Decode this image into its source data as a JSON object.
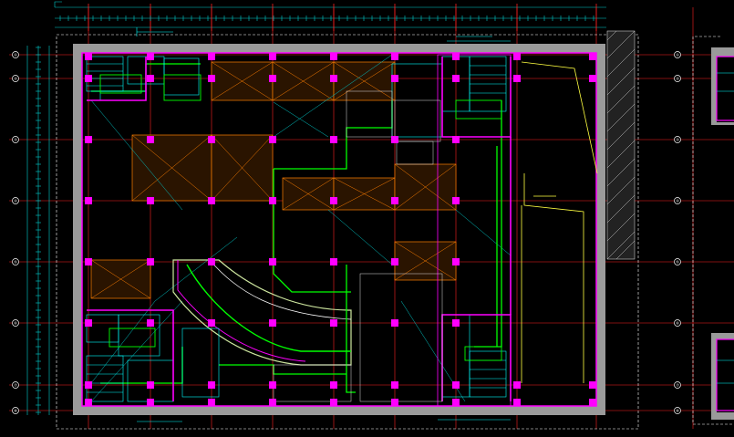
{
  "drawing": {
    "grid_labels": [
      "①",
      "②",
      "③",
      "④",
      "⑤",
      "⑥",
      "⑦",
      "⑧"
    ],
    "colors": {
      "background": "#000000",
      "wall": "#9a9a9a",
      "column": "#ff00ff",
      "axis": "#ff2020",
      "dimension": "#00d0d0",
      "hatch": "#ff7f00",
      "hatch_fill": "#5a2d00",
      "pipe": "#00ff00",
      "annotation": "#ffff40",
      "detail": "#00ffff"
    }
  }
}
